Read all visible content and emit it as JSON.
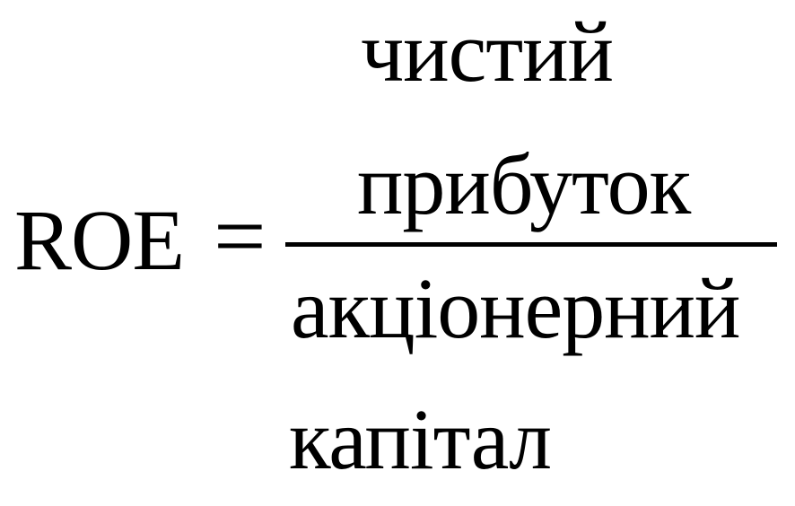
{
  "formula": {
    "lhs": "ROE",
    "operator": "=",
    "numerator": {
      "line1": "чистий",
      "line2": "прибуток"
    },
    "denominator": {
      "line1": "акціонерний",
      "line2": "капітал"
    },
    "colors": {
      "text": "#000000",
      "background": "#ffffff"
    }
  }
}
